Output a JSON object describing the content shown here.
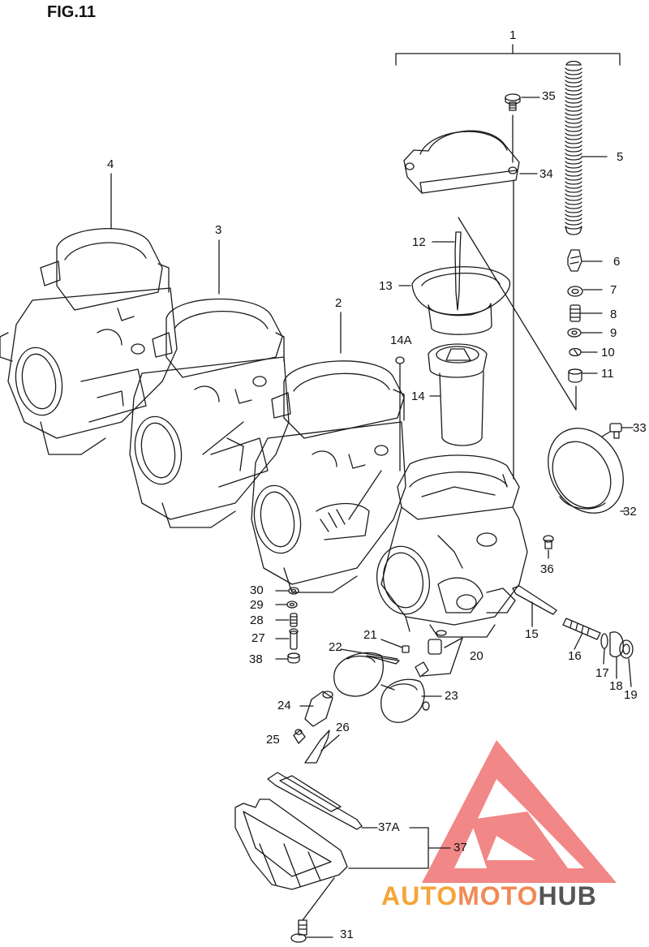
{
  "title": "FIG.11",
  "callouts": {
    "c1": "1",
    "c2": "2",
    "c3": "3",
    "c4": "4",
    "c5": "5",
    "c6": "6",
    "c7": "7",
    "c8": "8",
    "c9": "9",
    "c10": "10",
    "c11": "11",
    "c12": "12",
    "c13": "13",
    "c14": "14",
    "c14a": "14A",
    "c15": "15",
    "c16": "16",
    "c17": "17",
    "c18": "18",
    "c19": "19",
    "c20": "20",
    "c21": "21",
    "c22": "22",
    "c23": "23",
    "c24": "24",
    "c25": "25",
    "c26": "26",
    "c27": "27",
    "c28": "28",
    "c29": "29",
    "c30": "30",
    "c31": "31",
    "c32": "32",
    "c33": "33",
    "c34": "34",
    "c35": "35",
    "c36": "36",
    "c37": "37",
    "c37a": "37A",
    "c38": "38"
  },
  "watermark": {
    "part1": "AUTO",
    "part2": "MOTO",
    "part3": "HUB",
    "color_part1": "#f4a63a",
    "color_part2": "#f08a57",
    "color_part3": "#555555",
    "logo_color": "#ef6a6a"
  },
  "colors": {
    "line": "#1a1a1a",
    "background": "#ffffff"
  }
}
